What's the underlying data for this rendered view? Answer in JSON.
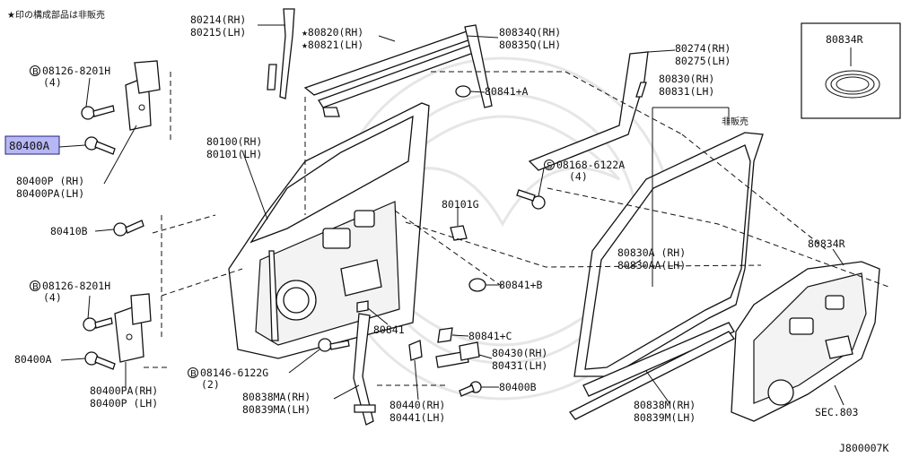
{
  "header": {
    "note": "★印の構成部品は非販売"
  },
  "footer": {
    "code": "J800007K"
  },
  "inset": {
    "part": "80834R"
  },
  "labels": {
    "l80214": "80214(RH)",
    "l80215": "80215(LH)",
    "l80820": "★80820(RH)",
    "l80821": "★80821(LH)",
    "l80834q": "80834Q(RH)",
    "l80835q": "80835Q(LH)",
    "l80274": "80274(RH)",
    "l80275": "80275(LH)",
    "l80830": "80830(RH)",
    "l80831": "80831(LH)",
    "not_for_sale": "非販売",
    "l80841a": "80841+A",
    "l08168": "08168-6122A",
    "l08168_qty": "(4)",
    "l80101g": "80101G",
    "l80100": "80100(RH)",
    "l80101": "80101(LH)",
    "l08126_top": "08126-8201H",
    "l08126_top_qty": "(4)",
    "l80400a_hl": "80400A",
    "l80400p_rh": "80400P (RH)",
    "l80400pa_lh": "80400PA(LH)",
    "l80410b": "80410B",
    "l08126_bot": "08126-8201H",
    "l08126_bot_qty": "(4)",
    "l80400a": "80400A",
    "l80400pa_rh": "80400PA(RH)",
    "l80400p_lh": "80400P (LH)",
    "l08146": "08146-6122G",
    "l08146_qty": "(2)",
    "l80838ma": "80838MA(RH)",
    "l80839ma": "80839MA(LH)",
    "l80841": "80841",
    "l80841b": "80841+B",
    "l80841c": "80841+C",
    "l80430": "80430(RH)",
    "l80431": "80431(LH)",
    "l80400b": "80400B",
    "l80440": "80440(RH)",
    "l80441": "80441(LH)",
    "l80830a": "80830A (RH)",
    "l80830aa": "80830AA(LH)",
    "l80838m": "80838M(RH)",
    "l80839m": "80839M(LH)",
    "l80834r": "80834R",
    "sec803": "SEC.803",
    "circle_b": "B",
    "circle_s": "S"
  },
  "colors": {
    "highlight": "#b7b7f4",
    "line": "#111111"
  }
}
